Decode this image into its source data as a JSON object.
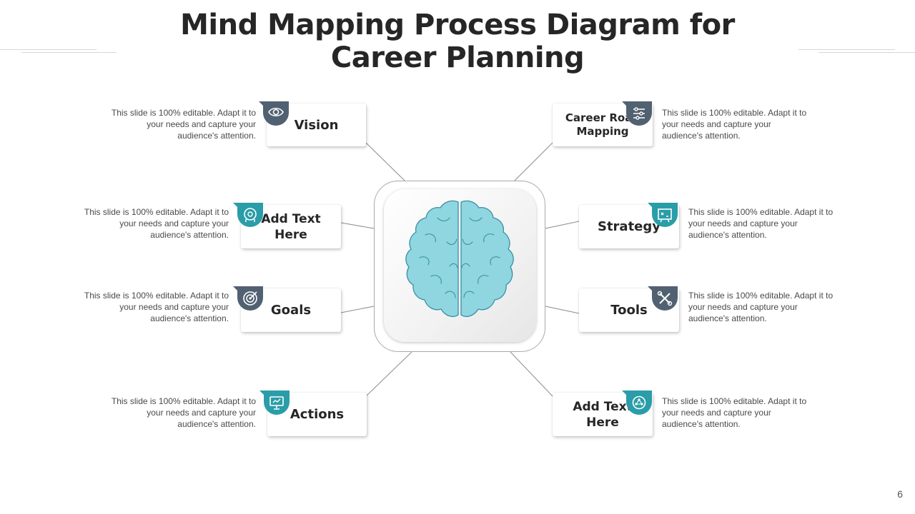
{
  "title": {
    "line1": "Mind Mapping Process Diagram for",
    "line2": "Career Planning"
  },
  "description_text": "This slide is 100% editable. Adapt it to your needs and capture your audience's attention.",
  "nodes": {
    "vision": "Vision",
    "add_text_left": "Add Text Here",
    "goals": "Goals",
    "actions": "Actions",
    "career_road_mapping": "Career Road Mapping",
    "strategy": "Strategy",
    "tools": "Tools",
    "add_text_right": "Add Text Here"
  },
  "descriptions": {
    "vision": "This slide is 100% editable. Adapt it to your needs and capture your audience's attention.",
    "add_text_left": "This slide is 100% editable. Adapt it to your needs and capture your audience's attention.",
    "goals": "This slide is 100% editable. Adapt it to your needs and capture your audience's attention.",
    "actions": "This slide is 100% editable. Adapt it to your needs and capture your audience's attention.",
    "career_road_mapping": "This slide is 100% editable. Adapt it to your needs and capture your audience's attention.",
    "strategy": "This slide is 100% editable. Adapt it to your needs and capture your audience's attention.",
    "tools": "This slide is 100% editable. Adapt it to your needs and capture your audience's attention.",
    "add_text_right": "This slide is 100% editable. Adapt it to your needs and capture your audience's attention."
  },
  "icons": {
    "vision": "eye-icon",
    "add_text_left": "brain-head-icon",
    "goals": "target-icon",
    "actions": "presentation-icon",
    "career_road_mapping": "roadmap-icon",
    "strategy": "strategy-board-icon",
    "tools": "wrench-screwdriver-icon",
    "add_text_right": "brain-network-icon",
    "center": "brain-icon"
  },
  "colors": {
    "teal": "#2a9da8",
    "slate": "#516171",
    "brain_fill": "#8fd6e0",
    "brain_stroke": "#3a8fa3"
  },
  "page_number": "6"
}
